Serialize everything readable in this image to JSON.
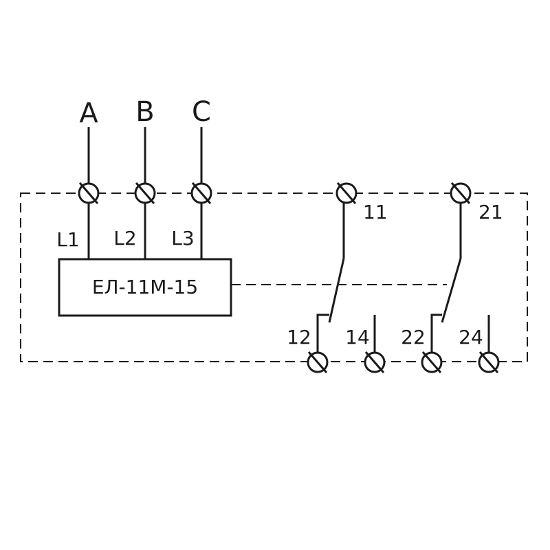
{
  "phases": [
    "A",
    "B",
    "C"
  ],
  "lines": [
    "L1",
    "L2",
    "L3"
  ],
  "device": {
    "label": "ЕЛ-11М-15"
  },
  "contact_groups": [
    {
      "common": "11",
      "nc": "12",
      "no": "14"
    },
    {
      "common": "21",
      "nc": "22",
      "no": "24"
    }
  ]
}
